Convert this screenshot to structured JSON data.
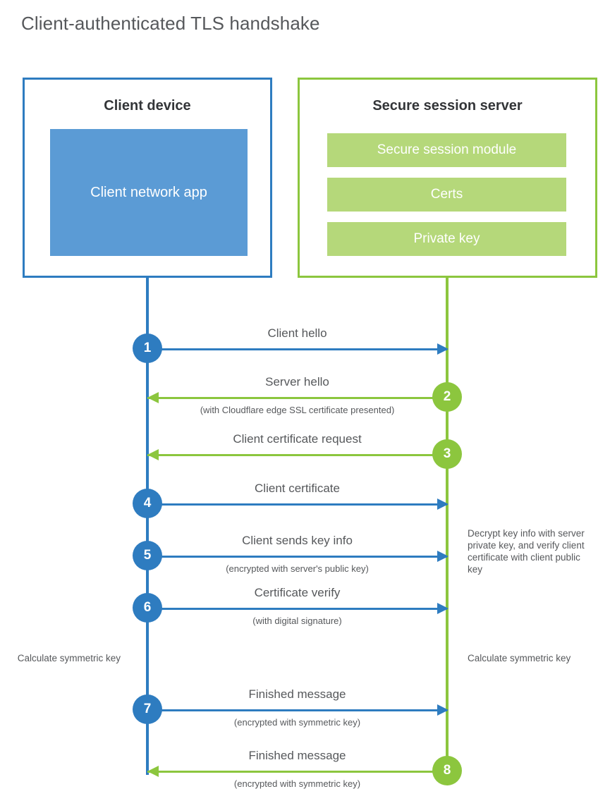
{
  "title": "Client-authenticated TLS handshake",
  "colors": {
    "client_blue": "#2e7cc0",
    "client_app_fill": "#5b9bd5",
    "server_green": "#8cc63e",
    "server_bar_fill": "#b5d87a",
    "text_gray": "#56585b",
    "heading_dark": "#333538",
    "background": "#ffffff"
  },
  "parties": {
    "client": {
      "title": "Client device",
      "app_label": "Client network app"
    },
    "server": {
      "title": "Secure session server",
      "components": [
        "Secure session module",
        "Certs",
        "Private key"
      ]
    }
  },
  "steps": [
    {
      "number": "1",
      "direction": "client-to-server",
      "label": "Client hello",
      "sub": "",
      "badge_side": "client"
    },
    {
      "number": "2",
      "direction": "server-to-client",
      "label": "Server hello",
      "sub": "(with Cloudflare edge SSL certificate presented)",
      "badge_side": "server"
    },
    {
      "number": "3",
      "direction": "server-to-client",
      "label": "Client certificate request",
      "sub": "",
      "badge_side": "server"
    },
    {
      "number": "4",
      "direction": "client-to-server",
      "label": "Client certificate",
      "sub": "",
      "badge_side": "client"
    },
    {
      "number": "5",
      "direction": "client-to-server",
      "label": "Client sends key info",
      "sub": "(encrypted with server's public key)",
      "badge_side": "client"
    },
    {
      "number": "6",
      "direction": "client-to-server",
      "label": "Certificate verify",
      "sub": "(with digital signature)",
      "badge_side": "client"
    },
    {
      "number": "7",
      "direction": "client-to-server",
      "label": "Finished message",
      "sub": "(encrypted with symmetric key)",
      "badge_side": "client"
    },
    {
      "number": "8",
      "direction": "server-to-client",
      "label": "Finished message",
      "sub": "(encrypted with symmetric key)",
      "badge_side": "server"
    }
  ],
  "notes": {
    "server_decrypt": "Decrypt key info with server private key, and verify client certificate with client public key",
    "client_calculate": "Calculate symmetric key",
    "server_calculate": "Calculate symmetric key"
  }
}
